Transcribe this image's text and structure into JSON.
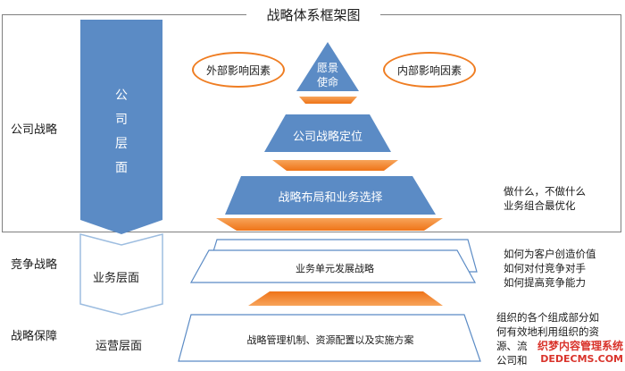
{
  "title": "战略体系框架图",
  "left_labels": {
    "company": "公司战略",
    "competition": "竞争战略",
    "assurance": "战略保障"
  },
  "levels": {
    "company_chars": [
      "公",
      "司",
      "层",
      "面"
    ],
    "business": "业务层面",
    "operations": "运营层面"
  },
  "ovals": {
    "external": "外部影响因素",
    "internal": "内部影响因素"
  },
  "pyramid": {
    "top_line1": "愿景",
    "top_line2": "使命",
    "middle": "公司战略定位",
    "bottom": "战略布局和业务选择"
  },
  "parallelograms": {
    "business_unit": "业务单元发展战略",
    "management": "战略管理机制、资源配置以及实施方案"
  },
  "notes": {
    "company": [
      "做什么，不做什么",
      "业务组合最优化"
    ],
    "competition": [
      "如何为客户创造价值",
      "如何对付竞争对手",
      "如何提高竞争能力"
    ],
    "assurance": [
      "组织的各个组成部分如",
      "何有效地利用组织的资",
      "源、流",
      "公司和"
    ]
  },
  "watermark": {
    "line1": "织梦内容管理系统",
    "line2": "DEDECMS.COM"
  },
  "colors": {
    "blue": "#5b8bc5",
    "orange": "#f27c1f",
    "frame": "#7f7f7f"
  }
}
